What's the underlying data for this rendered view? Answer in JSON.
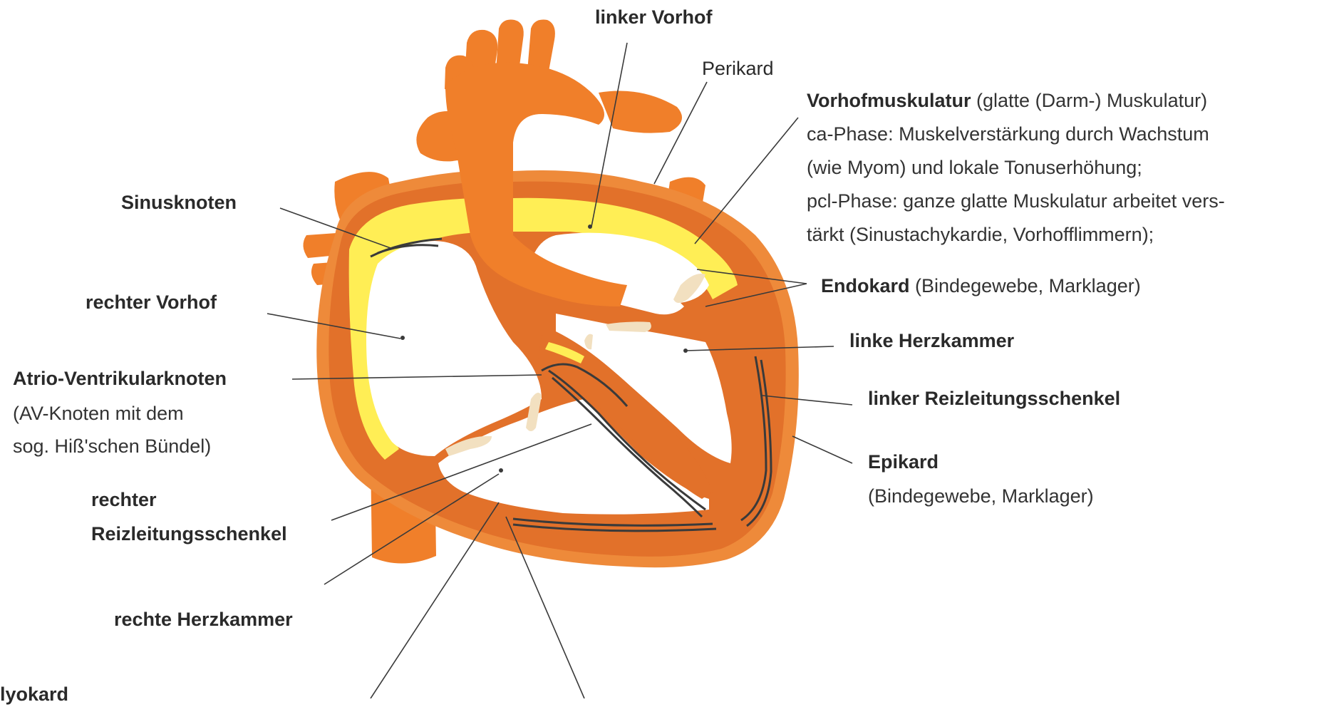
{
  "colors": {
    "outer": "#ee8a3a",
    "inner": "#e2712a",
    "vessel": "#f07f2a",
    "yellow": "#ffee55",
    "line": "#3a3a3a",
    "valve": "#f2e0c0"
  },
  "labels": {
    "linker_vorhof": "linker Vorhof",
    "perikard": "Perikard",
    "vorhofmuskulatur_title": "Vorhofmuskulatur",
    "vorhofmuskulatur_sub": "(glatte (Darm-) Muskulatur)",
    "vorhofmuskulatur_line2": "ca-Phase: Muskelverstärkung durch Wachstum",
    "vorhofmuskulatur_line3": "(wie Myom) und lokale Tonuserhöhung;",
    "vorhofmuskulatur_line4": "pcl-Phase: ganze glatte Muskulatur arbeitet vers-",
    "vorhofmuskulatur_line5": "tärkt (Sinustachykardie, Vorhofflimmern);",
    "endokard_title": "Endokard",
    "endokard_sub": "(Bindegewebe, Marklager)",
    "linke_herzkammer": "linke Herzkammer",
    "linker_reizleitungsschenkel": "linker Reizleitungsschenkel",
    "epikard_title": "Epikard",
    "epikard_sub": "(Bindegewebe, Marklager)",
    "sinusknoten": "Sinusknoten",
    "rechter_vorhof": "rechter Vorhof",
    "av_title": "Atrio-Ventrikularknoten",
    "av_line2": "(AV-Knoten mit dem",
    "av_line3": "sog. Hiß'schen Bündel)",
    "rechter_rs_line1": "rechter",
    "rechter_rs_line2": "Reizleitungsschenkel",
    "rechte_herzkammer": "rechte Herzkammer",
    "myokard_partial": "lyokard"
  }
}
